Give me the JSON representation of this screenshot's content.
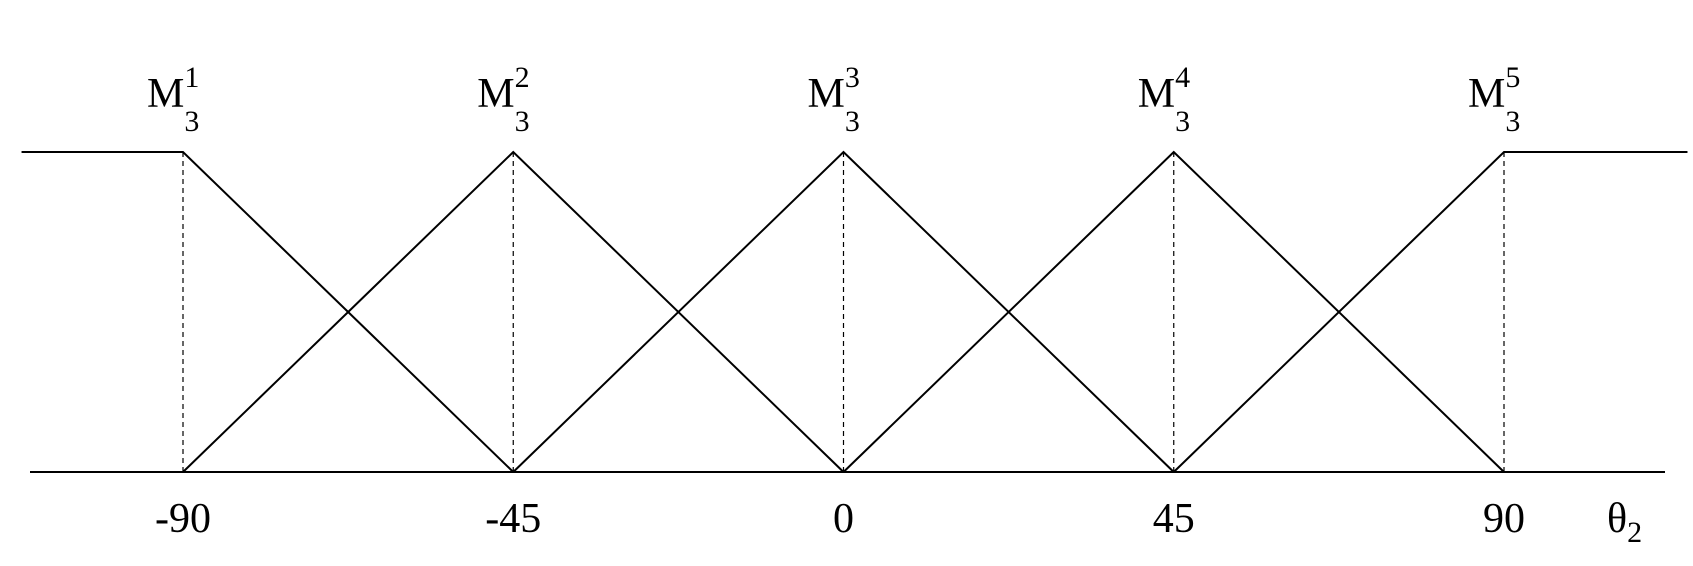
{
  "chart_data": {
    "type": "line",
    "xlabel": "θ",
    "xlabel_sub": "2",
    "x_ticks": [
      "-90",
      "-45",
      "0",
      "45",
      "90"
    ],
    "xlim": [
      -112,
      115
    ],
    "ylim": [
      0,
      1
    ],
    "grid": false,
    "membership_functions": [
      {
        "label": "M",
        "sub": "3",
        "sup": "1",
        "x": [
          -112,
          -90,
          -45
        ],
        "y": [
          1,
          1,
          0
        ]
      },
      {
        "label": "M",
        "sub": "3",
        "sup": "2",
        "x": [
          -90,
          -45,
          0
        ],
        "y": [
          0,
          1,
          0
        ]
      },
      {
        "label": "M",
        "sub": "3",
        "sup": "3",
        "x": [
          -45,
          0,
          45
        ],
        "y": [
          0,
          1,
          0
        ]
      },
      {
        "label": "M",
        "sub": "3",
        "sup": "4",
        "x": [
          0,
          45,
          90
        ],
        "y": [
          0,
          1,
          0
        ]
      },
      {
        "label": "M",
        "sub": "3",
        "sup": "5",
        "x": [
          45,
          90,
          115
        ],
        "y": [
          0,
          1,
          1
        ]
      }
    ],
    "guides_at": [
      -90,
      -45,
      0,
      45,
      90
    ]
  }
}
